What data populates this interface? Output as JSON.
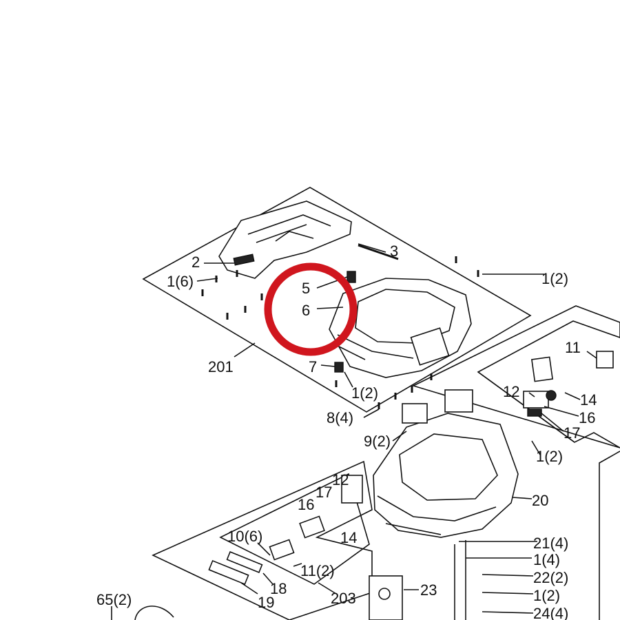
{
  "diagram": {
    "callouts": [
      {
        "id": "c-3",
        "text": "3"
      },
      {
        "id": "c-2",
        "text": "2"
      },
      {
        "id": "c-1-2-top",
        "text": "1(2)"
      },
      {
        "id": "c-1-6",
        "text": "1(6)"
      },
      {
        "id": "c-5",
        "text": "5"
      },
      {
        "id": "c-6",
        "text": "6"
      },
      {
        "id": "c-201",
        "text": "201"
      },
      {
        "id": "c-7",
        "text": "7"
      },
      {
        "id": "c-1-2-mid",
        "text": "1(2)"
      },
      {
        "id": "c-8-4",
        "text": "8(4)"
      },
      {
        "id": "c-11-a",
        "text": "11"
      },
      {
        "id": "c-12-a",
        "text": "12"
      },
      {
        "id": "c-14-a",
        "text": "14"
      },
      {
        "id": "c-16-a",
        "text": "16"
      },
      {
        "id": "c-17-a",
        "text": "17"
      },
      {
        "id": "c-1-2-right",
        "text": "1(2)"
      },
      {
        "id": "c-9-2",
        "text": "9(2)"
      },
      {
        "id": "c-12-b",
        "text": "12"
      },
      {
        "id": "c-17-b",
        "text": "17"
      },
      {
        "id": "c-16-b",
        "text": "16"
      },
      {
        "id": "c-14-b",
        "text": "14"
      },
      {
        "id": "c-20",
        "text": "20"
      },
      {
        "id": "c-10-6",
        "text": "10(6)"
      },
      {
        "id": "c-11-2",
        "text": "11(2)"
      },
      {
        "id": "c-18",
        "text": "18"
      },
      {
        "id": "c-19",
        "text": "19"
      },
      {
        "id": "c-203",
        "text": "203"
      },
      {
        "id": "c-21-4",
        "text": "21(4)"
      },
      {
        "id": "c-1-4",
        "text": "1(4)"
      },
      {
        "id": "c-22-2",
        "text": "22(2)"
      },
      {
        "id": "c-1-2-bottom",
        "text": "1(2)"
      },
      {
        "id": "c-23",
        "text": "23"
      },
      {
        "id": "c-24-4",
        "text": "24(4)"
      },
      {
        "id": "c-65-2",
        "text": "65(2)"
      }
    ],
    "highlight_color": "#d0161e"
  }
}
